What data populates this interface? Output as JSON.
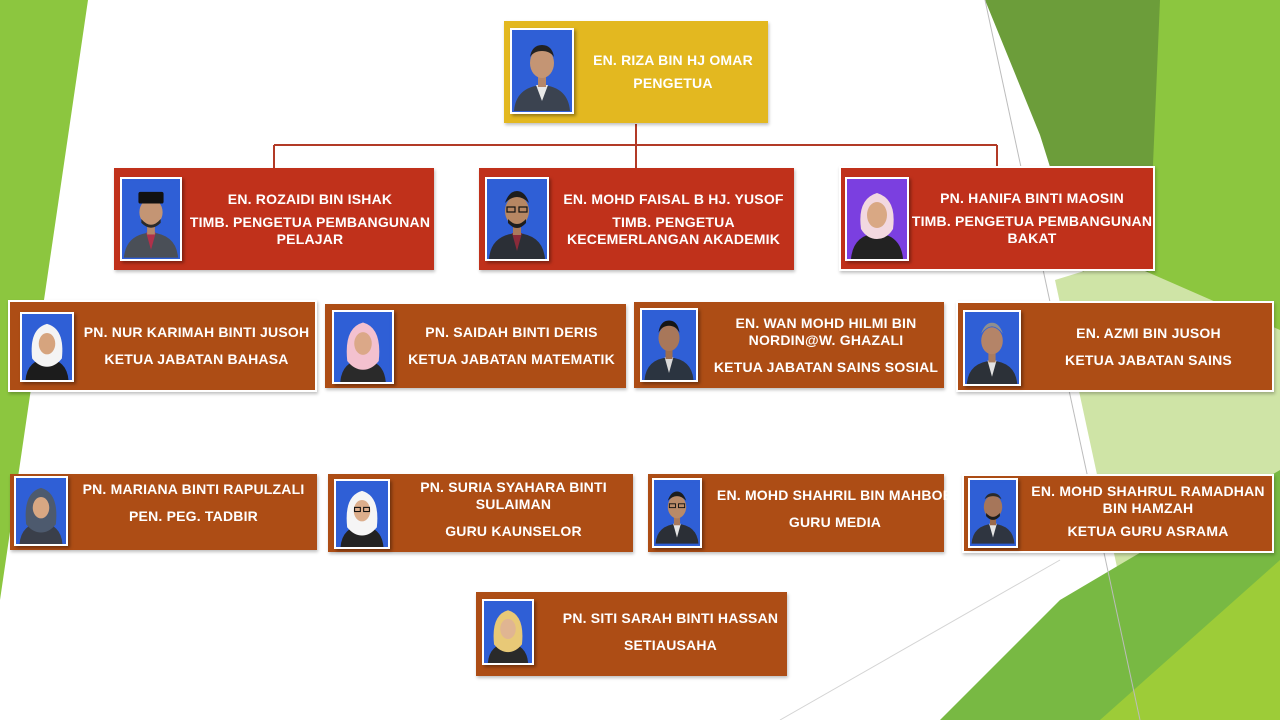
{
  "colors": {
    "principal_box": "#e3b820",
    "deputy_box": "#c0311b",
    "staff_box": "#ad4d15",
    "connector": "#b23a26",
    "green_dark": "#5fa135",
    "green_light": "#9dc83d",
    "green_pale": "#cde29a"
  },
  "principal": {
    "name": "EN. RIZA BIN HJ OMAR",
    "role": "PENGETUA",
    "photo_icon": "male-portrait-icon"
  },
  "deputies": [
    {
      "name": "EN. ROZAIDI BIN ISHAK",
      "role": "TIMB. PENGETUA PEMBANGUNAN PELAJAR",
      "photo_icon": "male-portrait-songkok-icon"
    },
    {
      "name": "EN. MOHD FAISAL B HJ. YUSOF",
      "role": "TIMB. PENGETUA KECEMERLANGAN AKADEMIK",
      "photo_icon": "male-portrait-glasses-icon"
    },
    {
      "name": "PN. HANIFA BINTI MAOSIN",
      "role": "TIMB. PENGETUA PEMBANGUNAN BAKAT",
      "photo_icon": "female-portrait-hijab-icon"
    }
  ],
  "heads": [
    {
      "name": "PN. NUR KARIMAH BINTI JUSOH",
      "role": "KETUA JABATAN BAHASA",
      "photo_icon": "female-portrait-hijab-icon"
    },
    {
      "name": "PN. SAIDAH BINTI DERIS",
      "role": "KETUA JABATAN MATEMATIK",
      "photo_icon": "female-portrait-hijab-icon"
    },
    {
      "name": "EN. WAN MOHD HILMI BIN NORDIN@W. GHAZALI",
      "role": "KETUA JABATAN SAINS SOSIAL",
      "photo_icon": "male-portrait-icon"
    },
    {
      "name": "EN. AZMI BIN JUSOH",
      "role": "KETUA JABATAN SAINS",
      "photo_icon": "male-portrait-icon"
    }
  ],
  "staff": [
    {
      "name": "PN. MARIANA BINTI RAPULZALI",
      "role": "PEN. PEG. TADBIR",
      "photo_icon": "female-portrait-hijab-icon"
    },
    {
      "name": "PN. SURIA SYAHARA BINTI SULAIMAN",
      "role": "GURU KAUNSELOR",
      "photo_icon": "female-portrait-hijab-glasses-icon"
    },
    {
      "name": "EN. MOHD SHAHRIL BIN MAHBOB",
      "role": "GURU MEDIA",
      "photo_icon": "male-portrait-glasses-icon"
    },
    {
      "name": "EN. MOHD SHAHRUL RAMADHAN BIN HAMZAH",
      "role": "KETUA GURU ASRAMA",
      "photo_icon": "male-portrait-icon"
    }
  ],
  "secretary": {
    "name": "PN. SITI SARAH BINTI HASSAN",
    "role": "SETIAUSAHA",
    "photo_icon": "female-portrait-hijab-icon"
  }
}
